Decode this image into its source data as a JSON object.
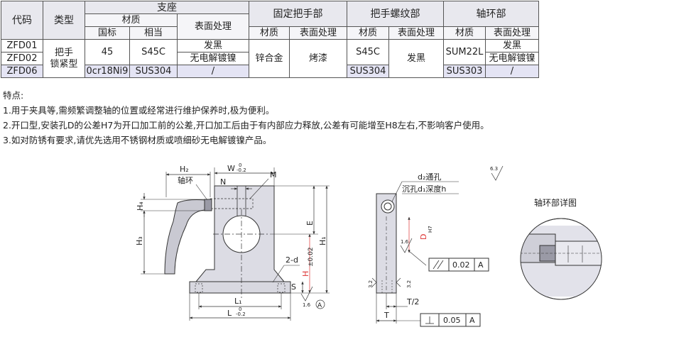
{
  "table": {
    "h_code": "代码",
    "h_type": "类型",
    "h_support": "支座",
    "h_material": "材质",
    "h_surface": "表面处理",
    "h_national": "国标",
    "h_equiv": "相当",
    "h_fixed_handle": "固定把手部",
    "h_handle_thread": "把手螺纹部",
    "h_collar": "轴环部",
    "h_mat2": "材质",
    "h_surf2": "表面处理",
    "h_mat3": "材质",
    "h_surf3": "表面处理",
    "h_mat4": "材质",
    "h_surf4": "表面处理",
    "codes": [
      "ZFD01",
      "ZFD02",
      "ZFD06"
    ],
    "type_line1": "把手",
    "type_line2": "锁紧型",
    "sup_gb_1": "45",
    "sup_eq_1": "S45C",
    "sup_gb_3": "0cr18Ni9",
    "sup_eq_3": "SUS304",
    "sup_surf": [
      "发黑",
      "无电解镀镍",
      "/"
    ],
    "fh_mat": "锌合金",
    "fh_surf": "烤漆",
    "ht_mat_1": "S45C",
    "ht_mat_3": "SUS304",
    "ht_surf": "发黑",
    "col_mat_1": "SUM22L",
    "col_mat_3": "SUS303",
    "col_surf": [
      "发黑",
      "无电解镀镍",
      "/"
    ]
  },
  "notes": {
    "title": "特点:",
    "items": [
      "1.用于夹具等,需频繁调整轴的位置或经常进行维护保养时,极为便利。",
      "2.开口型,安装孔D的公差H7为开口加工前的公差,开口加工后由于有内部应力释放,公差有可能增至H8左右,不影响客户使用。",
      "3.如对防锈有要求,请优先选用不锈钢材质或喷细砂无电解镀镍产品。"
    ]
  },
  "drawing": {
    "H2": "H₂",
    "W": "W",
    "W_tol": "-0.2",
    "W_tol0": "0",
    "M": "M",
    "collar": "轴环",
    "N": "N",
    "H4": "H₄",
    "H3": "H₃",
    "E": "E",
    "H1": "H₁",
    "H": "H",
    "H_tol": "±0.02",
    "two_d": "2-d",
    "S": "S",
    "L1": "L₁",
    "L": "L",
    "L_tol": "-0.2",
    "L_tol0": "0",
    "rough_16": "1.6",
    "datum_A": "A",
    "hole_label1": "d₂通孔",
    "hole_label2": "沉孔d₁深度h",
    "D": "D",
    "D_tol": "H7",
    "rough_16b": "1.6",
    "parallel_val": "0.02",
    "parallel_ref": "A",
    "rough_32a": "3.2",
    "rough_32b": "3.2",
    "T2": "T/2",
    "T": "T",
    "perp_val": "0.05",
    "perp_ref": "A",
    "rough_63": "6.3",
    "collar_detail": "轴环部详图"
  }
}
